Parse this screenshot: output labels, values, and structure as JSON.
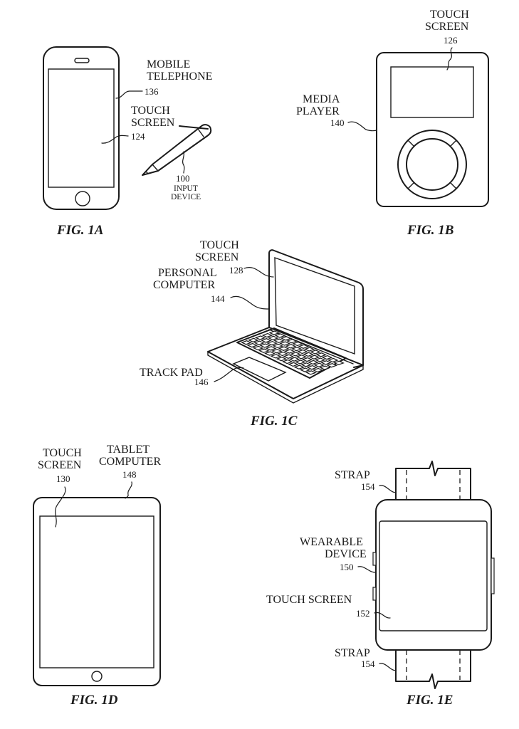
{
  "figures": {
    "fig1a": {
      "caption": "FIG. 1A",
      "device_label_line1": "MOBILE",
      "device_label_line2": "TELEPHONE",
      "device_ref": "136",
      "screen_label_line1": "TOUCH",
      "screen_label_line2": "SCREEN",
      "screen_ref": "124",
      "input_ref": "100",
      "input_label_line1": "INPUT",
      "input_label_line2": "DEVICE"
    },
    "fig1b": {
      "caption": "FIG. 1B",
      "screen_label_line1": "TOUCH",
      "screen_label_line2": "SCREEN",
      "screen_ref": "126",
      "device_label_line1": "MEDIA",
      "device_label_line2": "PLAYER",
      "device_ref": "140"
    },
    "fig1c": {
      "caption": "FIG. 1C",
      "screen_label_line1": "TOUCH",
      "screen_label_line2": "SCREEN",
      "screen_ref": "128",
      "device_label_line1": "PERSONAL",
      "device_label_line2": "COMPUTER",
      "device_ref": "144",
      "trackpad_label": "TRACK PAD",
      "trackpad_ref": "146"
    },
    "fig1d": {
      "caption": "FIG. 1D",
      "screen_label_line1": "TOUCH",
      "screen_label_line2": "SCREEN",
      "screen_ref": "130",
      "device_label_line1": "TABLET",
      "device_label_line2": "COMPUTER",
      "device_ref": "148"
    },
    "fig1e": {
      "caption": "FIG. 1E",
      "strap_top_label": "STRAP",
      "strap_top_ref": "154",
      "device_label_line1": "WEARABLE",
      "device_label_line2": "DEVICE",
      "device_ref": "150",
      "screen_label": "TOUCH SCREEN",
      "screen_ref": "152",
      "strap_bottom_label": "STRAP",
      "strap_bottom_ref": "154"
    }
  }
}
